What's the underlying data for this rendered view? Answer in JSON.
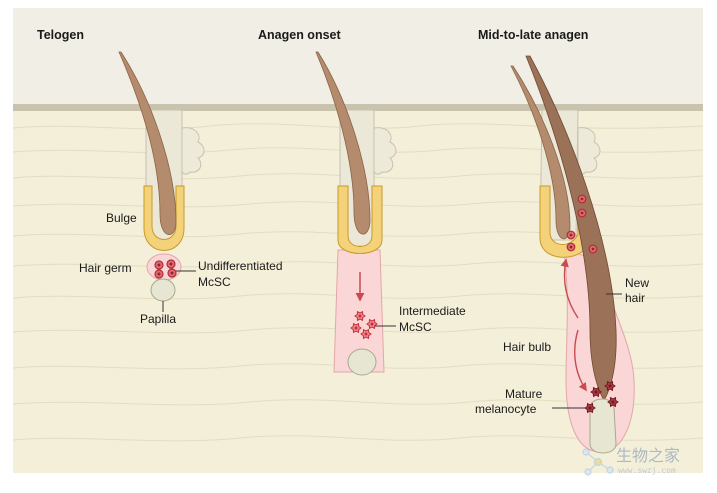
{
  "panels": [
    {
      "title": "Telogen"
    },
    {
      "title": "Anagen onset"
    },
    {
      "title": "Mid-to-late anagen"
    }
  ],
  "labels": {
    "bulge": "Bulge",
    "hair_germ": "Hair germ",
    "undiff_1": "Undifferentiated",
    "undiff_2": "McSC",
    "papilla": "Papilla",
    "inter_1": "Intermediate",
    "inter_2": "McSC",
    "new_1": "New",
    "new_2": "hair",
    "hair_bulb": "Hair bulb",
    "mature_1": "Mature",
    "mature_2": "melanocyte"
  },
  "watermark": {
    "text": "生物之家",
    "url": "www.swzj.com"
  },
  "colors": {
    "background_panel": "#f1eee5",
    "skin": "#f4efd9",
    "skin_line": "#bdb49c",
    "hair": "#b48b6d",
    "bulge": "#f3d27a",
    "bulge_line": "#c89a2a",
    "follicle_pink": "#fbd6d6",
    "papilla": "#e6e6d2",
    "cell": "#d9454f",
    "mature_cell": "#8e2a2f",
    "arrow": "#c94a52"
  }
}
